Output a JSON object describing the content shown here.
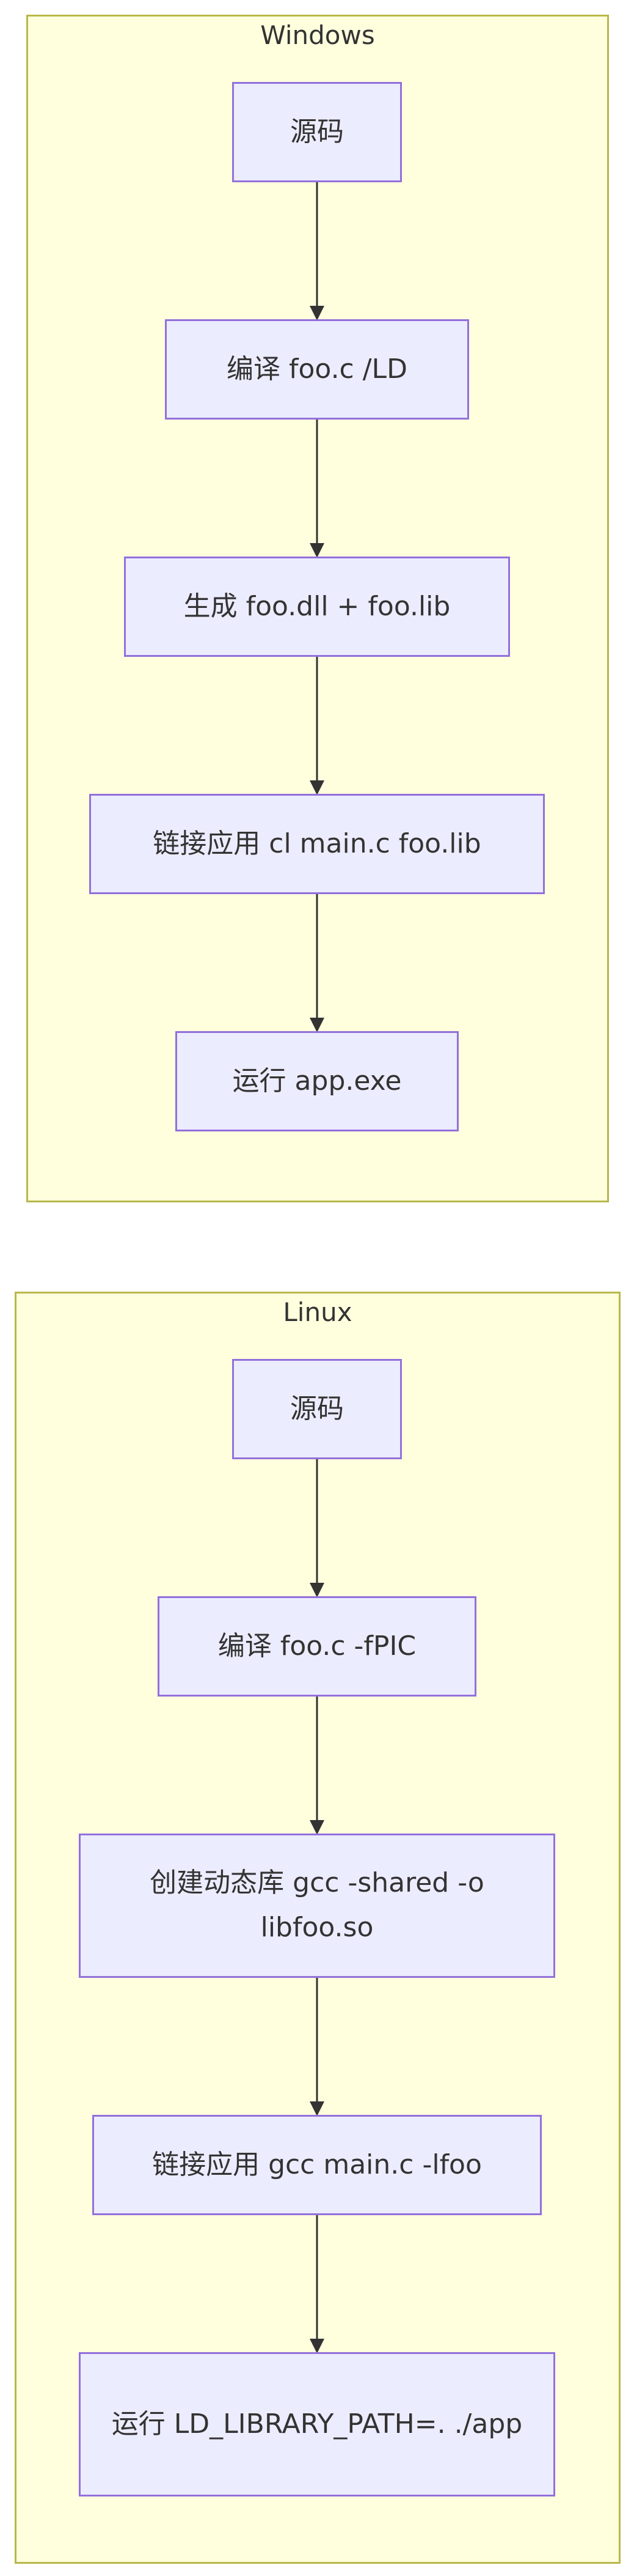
{
  "diagram": {
    "clusters": [
      {
        "title": "Windows",
        "nodes": [
          {
            "label": "源码"
          },
          {
            "label": "编译 foo.c /LD"
          },
          {
            "label": "生成 foo.dll + foo.lib"
          },
          {
            "label": "链接应用 cl main.c foo.lib"
          },
          {
            "label": "运行 app.exe"
          }
        ]
      },
      {
        "title": "Linux",
        "nodes": [
          {
            "label": "源码"
          },
          {
            "label": "编译 foo.c -fPIC"
          },
          {
            "label": "创建动态库 gcc -shared -o libfoo.so"
          },
          {
            "label": "链接应用 gcc main.c -lfoo"
          },
          {
            "label": "运行 LD_LIBRARY_PATH=. ./app"
          }
        ]
      }
    ],
    "colors": {
      "cluster_fill": "#ffffde",
      "cluster_border": "#b8b84a",
      "node_fill": "#ececff",
      "node_border": "#9370db",
      "edge": "#333333",
      "text": "#333333"
    }
  }
}
